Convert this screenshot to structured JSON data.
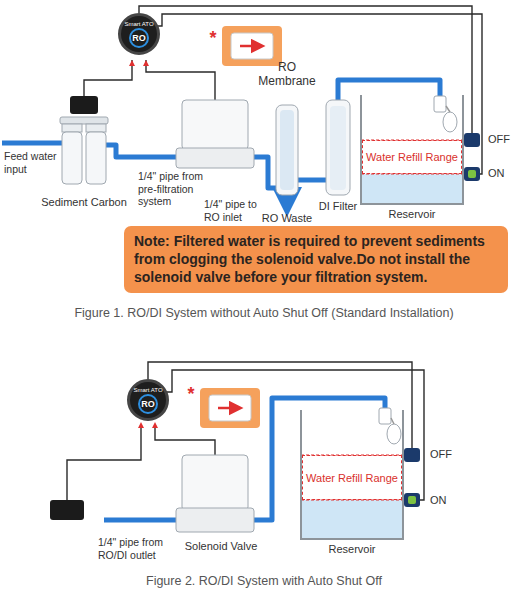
{
  "diagram": {
    "nodes": [
      {
        "text": [
          "Smart ATO",
          "RO"
        ]
      },
      {
        "text": [
          "Reservoir"
        ]
      },
      {
        "text": [
          "Water Refill Range"
        ],
        "in": 1
      },
      {
        "text": [
          "Note: Filtered water is required to prevent sediments from clogging the solenoid valve.Do not install the solenoid valve before your filtration system."
        ]
      },
      {
        "text": [
          "Smart ATO",
          "RO"
        ]
      },
      {
        "text": [
          "Reservoir"
        ]
      },
      {
        "text": [
          "Water Refill Range"
        ],
        "in": 5
      }
    ],
    "labels": [
      "*",
      "RO Membrane",
      "DI Filter",
      "OFF",
      "ON",
      "Feed water input",
      "Sediment Carbon",
      "1/4\" pipe from pre-filtration system",
      "1/4\" pipe to RO inlet",
      "RO Waste",
      "Figure 1. RO/DI System without Auto Shut Off (Standard Installation)",
      "*",
      "OFF",
      "ON",
      "1/4\" pipe from RO/DI outlet",
      "Solenoid Valve",
      "Figure 2. RO/DI System with Auto Shut Off"
    ]
  }
}
